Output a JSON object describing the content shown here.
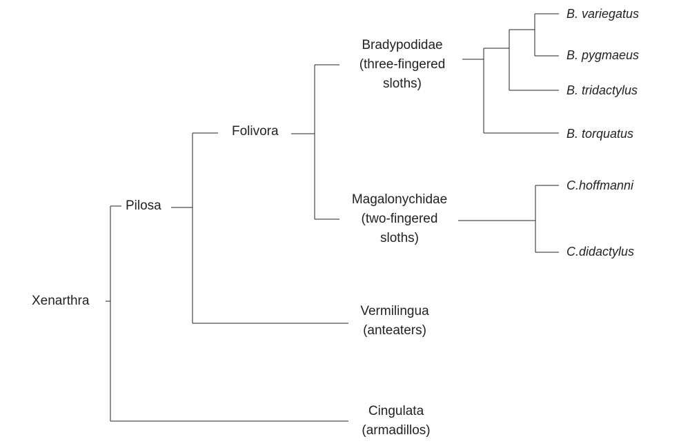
{
  "tree": {
    "root": {
      "label": "Xenarthra"
    },
    "pilosa": {
      "label": "Pilosa"
    },
    "folivora": {
      "label": "Folivora"
    },
    "bradypodidae": {
      "name": "Bradypodidae",
      "common": "(three-fingered",
      "common2": "sloths)"
    },
    "magalonychidae": {
      "name": "Magalonychidae",
      "common": "(two-fingered",
      "common2": "sloths)"
    },
    "vermilingua": {
      "name": "Vermilingua",
      "common": "(anteaters)"
    },
    "cingulata": {
      "name": "Cingulata",
      "common": "(armadillos)"
    },
    "species": {
      "b_variegatus": "B. variegatus",
      "b_pygmaeus": "B. pygmaeus",
      "b_tridactylus": "B. tridactylus",
      "b_torquatus": "B. torquatus",
      "c_hoffmanni": "C.hoffmanni",
      "c_didactylus": "C.didactylus"
    }
  }
}
